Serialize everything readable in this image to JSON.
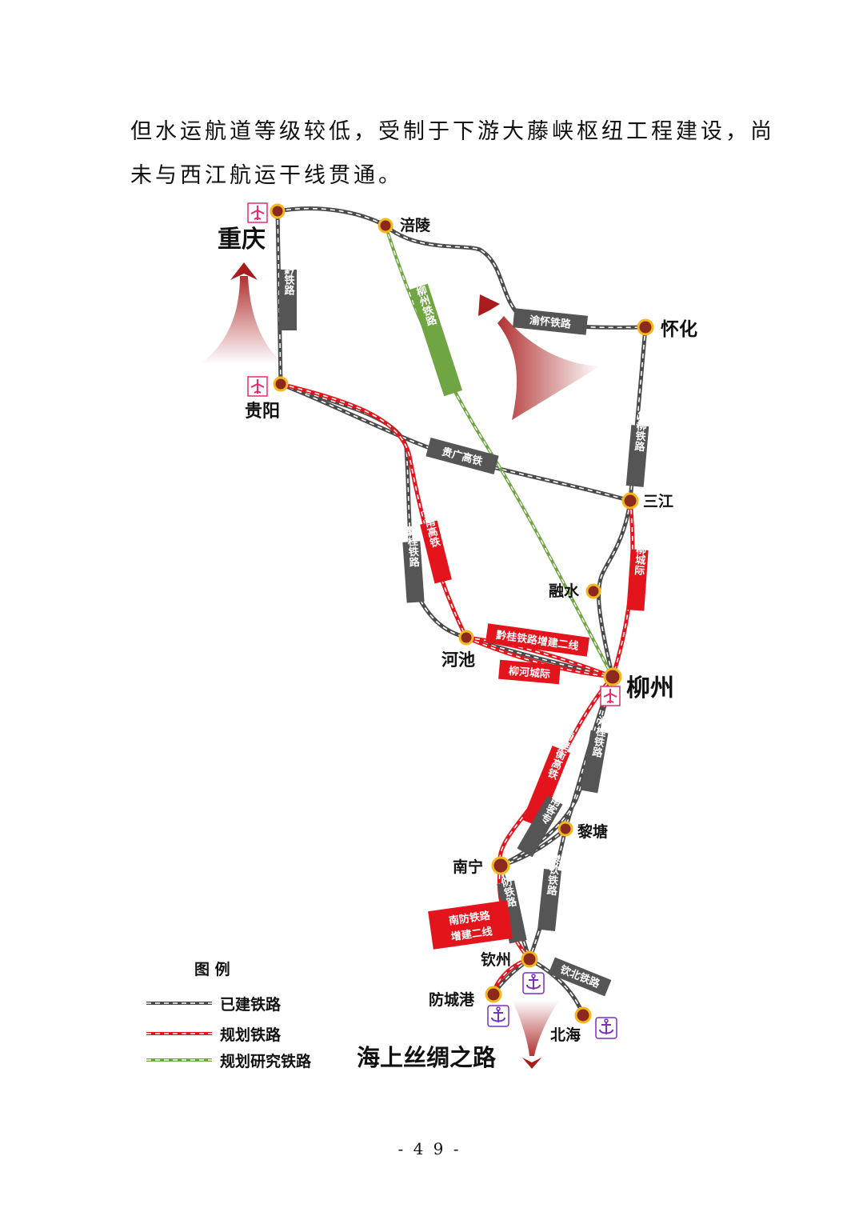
{
  "paragraph": {
    "line1": "但水运航道等级较低，受制于下游大藤峡枢纽工程建设，尚",
    "line2": "未与西江航运干线贯通。"
  },
  "cities": {
    "chongqing": "重庆",
    "fuling": "涪陵",
    "huaihua": "怀化",
    "guiyang": "贵阳",
    "sanjiang": "三江",
    "rongshui": "融水",
    "hechi": "河池",
    "liuzhou": "柳州",
    "litang": "黎塘",
    "nanning": "南宁",
    "qinzhou": "钦州",
    "fangchenggang": "防城港",
    "beihai": "北海"
  },
  "rail_labels": {
    "yuqian": "渝黔铁路",
    "fuling_liuzhou": "涪陵至柳州铁路",
    "yuhuai": "渝怀铁路",
    "jiaoliu": "焦柳铁路",
    "guiguang": "贵广高铁",
    "qiangui": "黔桂铁路",
    "guinan": "贵南高铁",
    "sanliu": "三柳城际",
    "qiangui_second": "黔桂铁路增建二线",
    "liuhe": "柳河城际",
    "xianggui": "湘桂铁路",
    "nanguiheng": "南桂衡高铁",
    "liunan": "柳南客专",
    "liqin": "黎钦铁路",
    "nanfang": "南防铁路",
    "nanfang_second_a": "南防铁路",
    "nanfang_second_b": "增建二线",
    "qinbei": "钦北铁路"
  },
  "legend": {
    "title": "图 例",
    "built": "已建铁路",
    "planned": "规划铁路",
    "research": "规划研究铁路"
  },
  "slogan": "海上丝绸之路",
  "page_number": "- 4 9 -",
  "colors": {
    "built": "#4a4a4a",
    "planned": "#e3141b",
    "research": "#6fa542",
    "station_fill": "#8b2a1c",
    "station_ring": "#f5b81c",
    "arrow": "#a81c1c",
    "port": "#7b2fbf",
    "airport": "#e0306a"
  },
  "icons": {
    "airport": "airport-icon",
    "port": "anchor-icon"
  }
}
